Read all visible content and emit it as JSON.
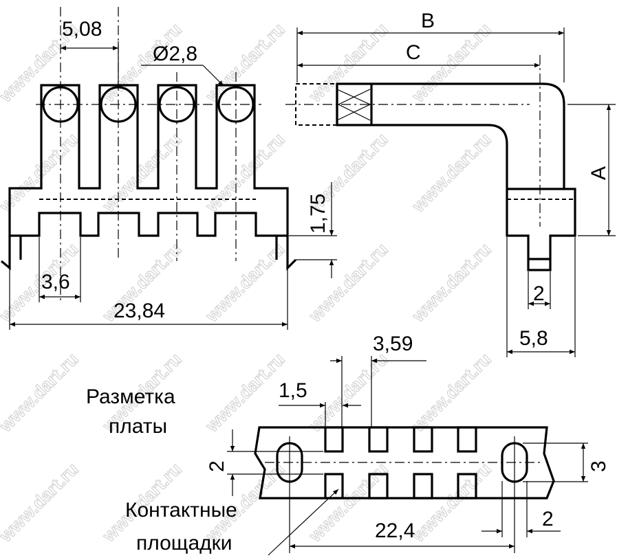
{
  "watermark": "www.dart.ru",
  "front_view": {
    "pitch": "5,08",
    "hole_diameter": "Ø2,8",
    "height_offset": "1,75",
    "pin_width": "3,6",
    "overall_length": "23,84"
  },
  "side_view": {
    "dim_b": "B",
    "dim_c": "C",
    "dim_a": "A",
    "pin_thickness": "2",
    "base_width": "5,8"
  },
  "pcb_layout": {
    "title_line1": "Разметка",
    "title_line2": "платы",
    "pad_pitch": "3,59",
    "pad_width": "1,5",
    "slot_width": "2",
    "slot_height": "3",
    "slot_spacing": "22,4",
    "slot_width_bottom": "2",
    "pads_label_line1": "Контактные",
    "pads_label_line2": "площадки"
  }
}
